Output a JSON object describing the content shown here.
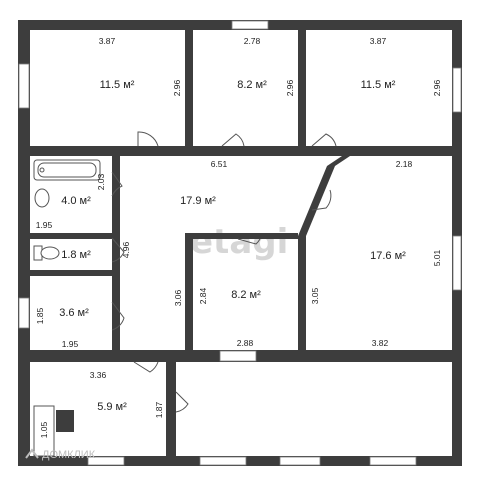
{
  "rooms": {
    "room_top_left": {
      "area": "11.5 м²",
      "width": "3.87",
      "depth": "2.96"
    },
    "room_top_mid": {
      "area": "8.2 м²",
      "width": "2.78",
      "depth": "2.96"
    },
    "room_top_right": {
      "area": "11.5 м²",
      "width": "3.87",
      "depth": "2.96"
    },
    "bathroom": {
      "area": "4.0 м²",
      "width": "1.95",
      "depth": "2.03"
    },
    "hall": {
      "area": "17.9 м²",
      "width": "6.51",
      "side": "4.96"
    },
    "toilet": {
      "area": "1.8 м²"
    },
    "room_small_left": {
      "area": "3.6 м²",
      "width": "1.95",
      "depth": "1.85"
    },
    "room_center": {
      "area": "8.2 м²",
      "width": "2.88",
      "depth": "2.84",
      "side": "3.06"
    },
    "room_right": {
      "area": "17.6 м²",
      "width": "3.82",
      "top": "2.18",
      "depth": "5.01",
      "side": "3.05"
    },
    "room_bottom_left": {
      "area": "5.9 м²",
      "width": "3.36",
      "depth": "1.87",
      "stove": "1.05"
    }
  },
  "watermark": "etagi",
  "brand": "ДОМКЛИК"
}
